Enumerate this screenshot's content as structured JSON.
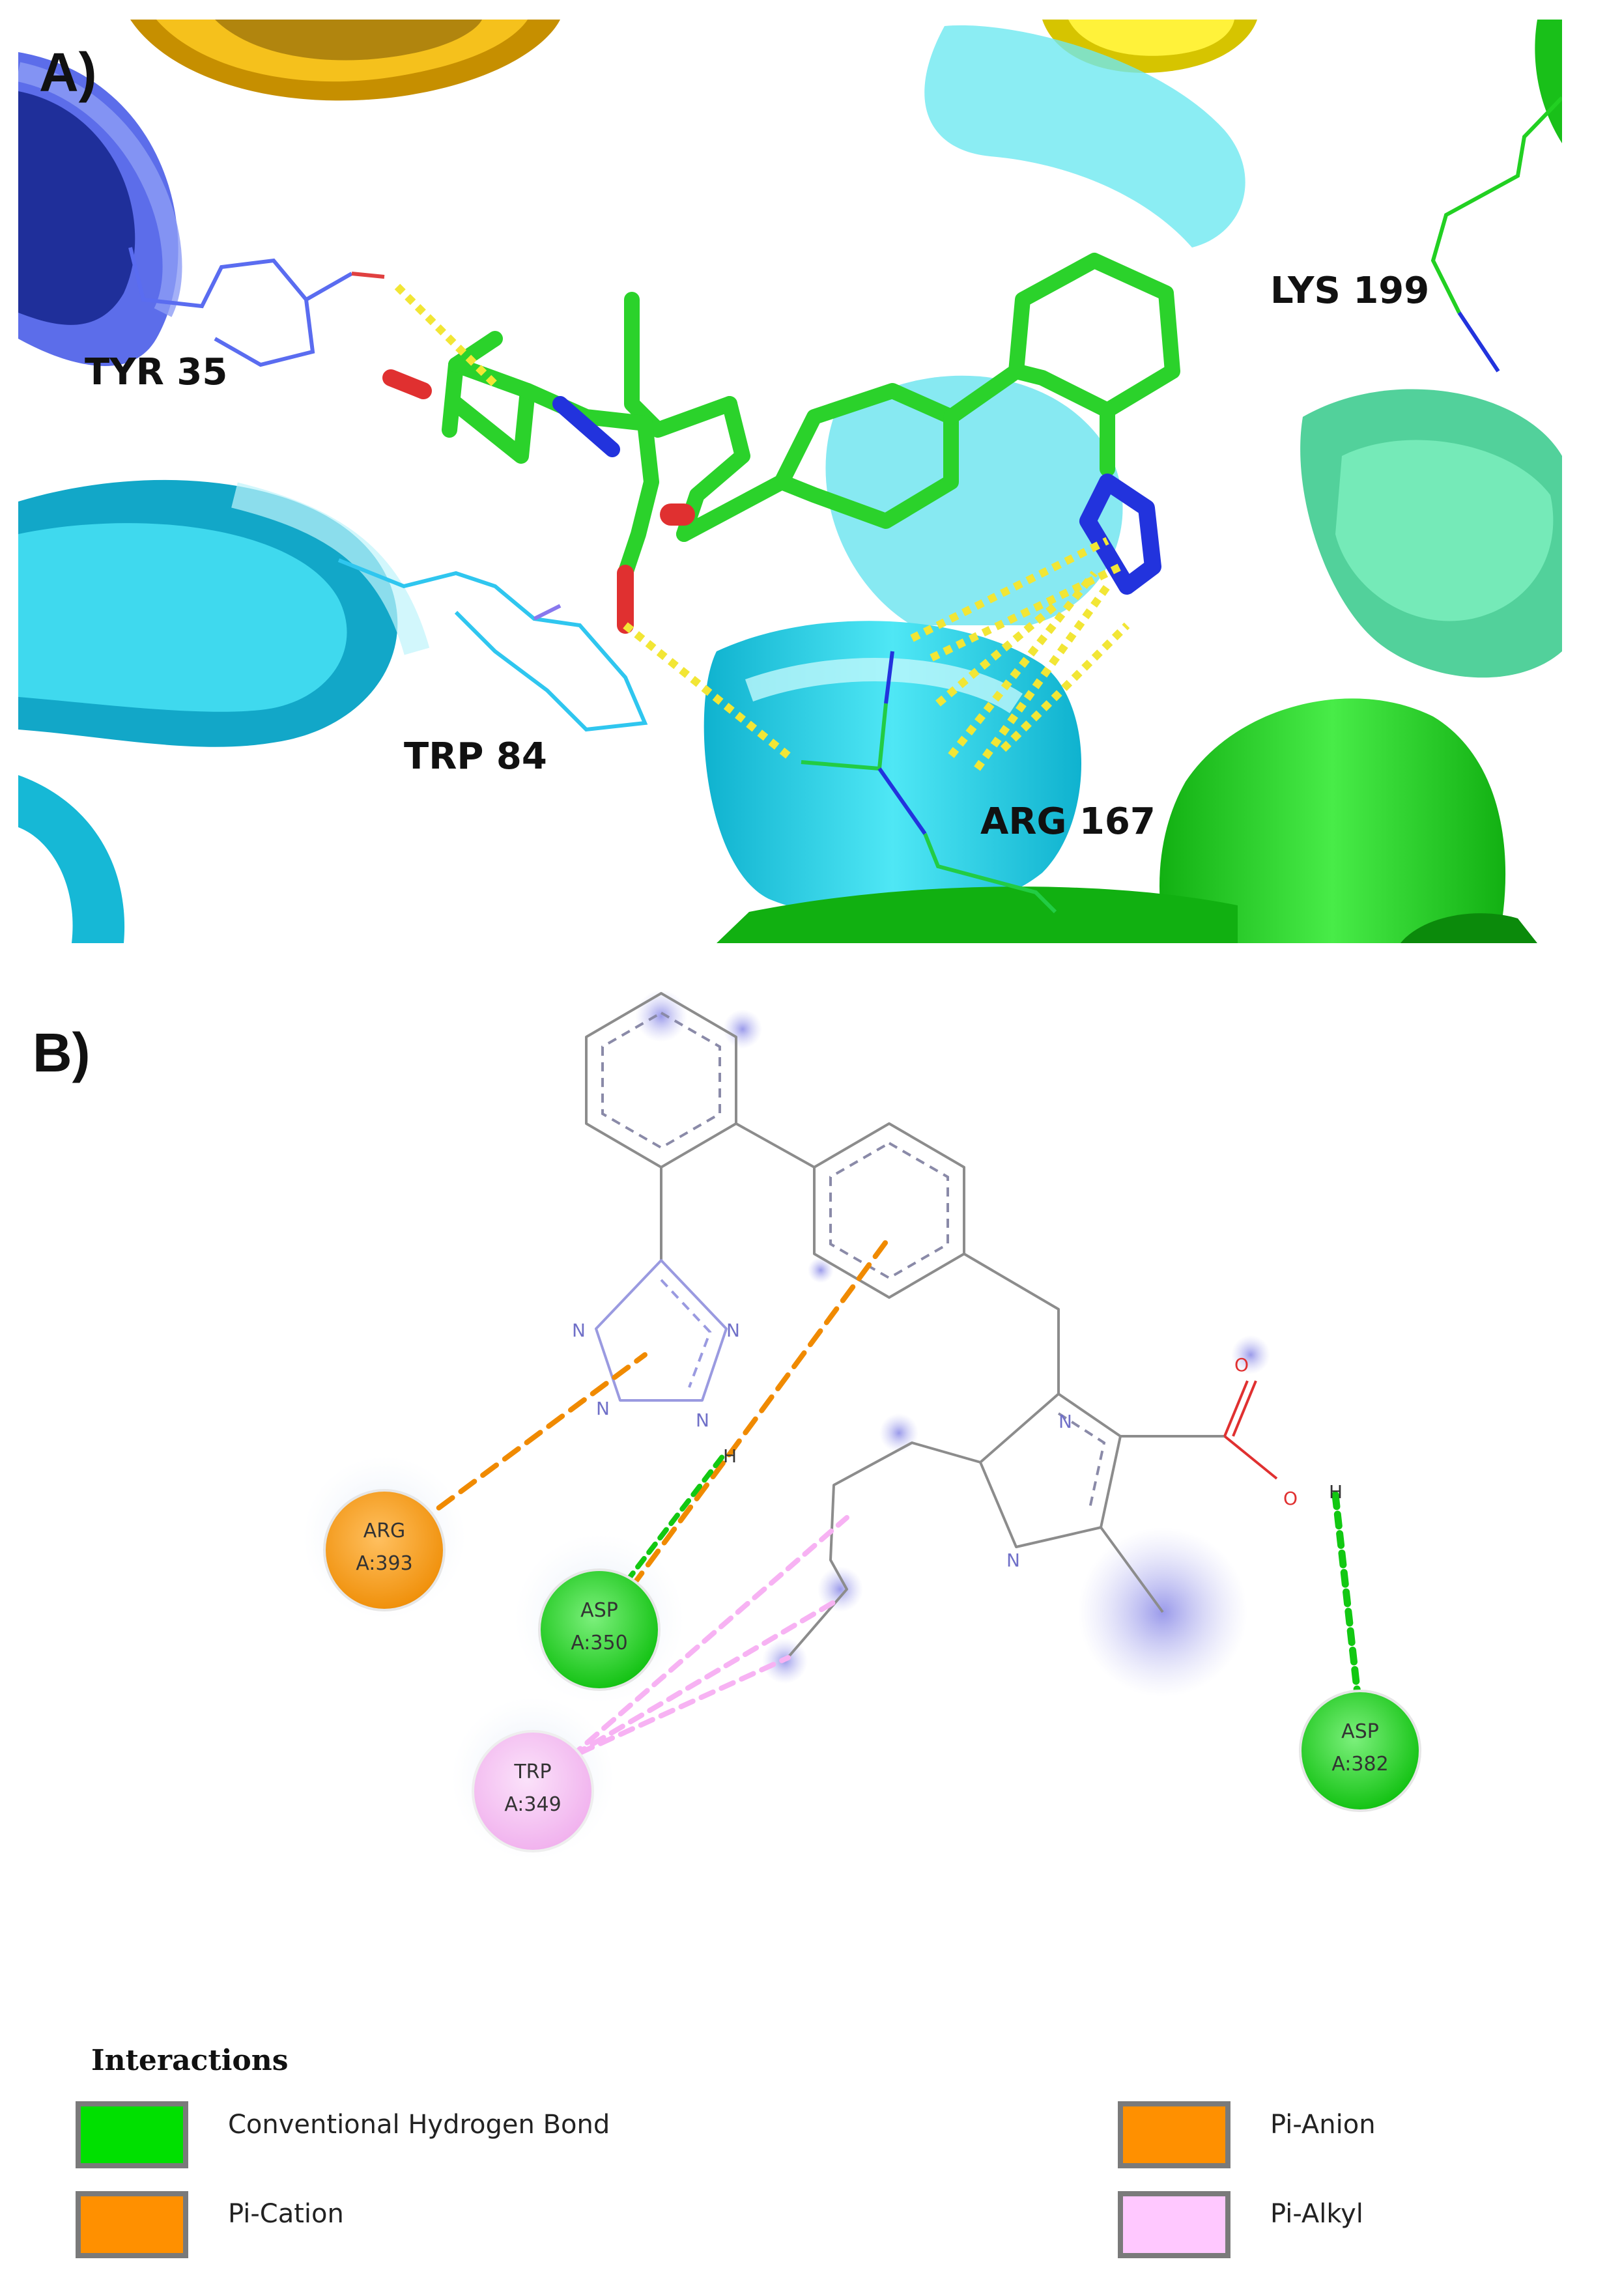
{
  "panel_a": {
    "letter": "A)",
    "residue_labels": [
      "TYR 35",
      "TRP 84",
      "ARG 167",
      "LYS 199"
    ]
  },
  "panel_b": {
    "letter": "B)",
    "atoms": {
      "nitrogen": "N",
      "hydrogen": "H",
      "oxygen": "O"
    },
    "residues": [
      {
        "name": "ARG",
        "id": "A:393",
        "type": "Pi-Cation",
        "color": "#f39c12"
      },
      {
        "name": "ASP",
        "id": "A:350",
        "type": "Conventional Hydrogen Bond",
        "color": "#19d119"
      },
      {
        "name": "TRP",
        "id": "A:349",
        "type": "Pi-Alkyl",
        "color": "#f3b6f0"
      },
      {
        "name": "ASP",
        "id": "A:382",
        "type": "Conventional Hydrogen Bond",
        "color": "#19d119"
      }
    ]
  },
  "legend": {
    "title": "Interactions",
    "items": [
      {
        "label": "Conventional Hydrogen Bond",
        "color": "#00e000"
      },
      {
        "label": "Pi-Anion",
        "color": "#ff9000"
      },
      {
        "label": "Pi-Cation",
        "color": "#ff9000"
      },
      {
        "label": "Pi-Alkyl",
        "color": "#ffc8ff"
      }
    ]
  },
  "colors": {
    "carbon_green": "#2fd12f",
    "nitrogen_blue": "#2233dd",
    "oxygen_red": "#e03030",
    "polar_contact_yellow": "#f2e635",
    "helix_cyan": "#1fd6e6",
    "helix_blue": "#5566ee",
    "helix_gold": "#e0a800",
    "bond_gray": "#8c8c8c",
    "aromatic_dash": "#8a8aa8"
  }
}
